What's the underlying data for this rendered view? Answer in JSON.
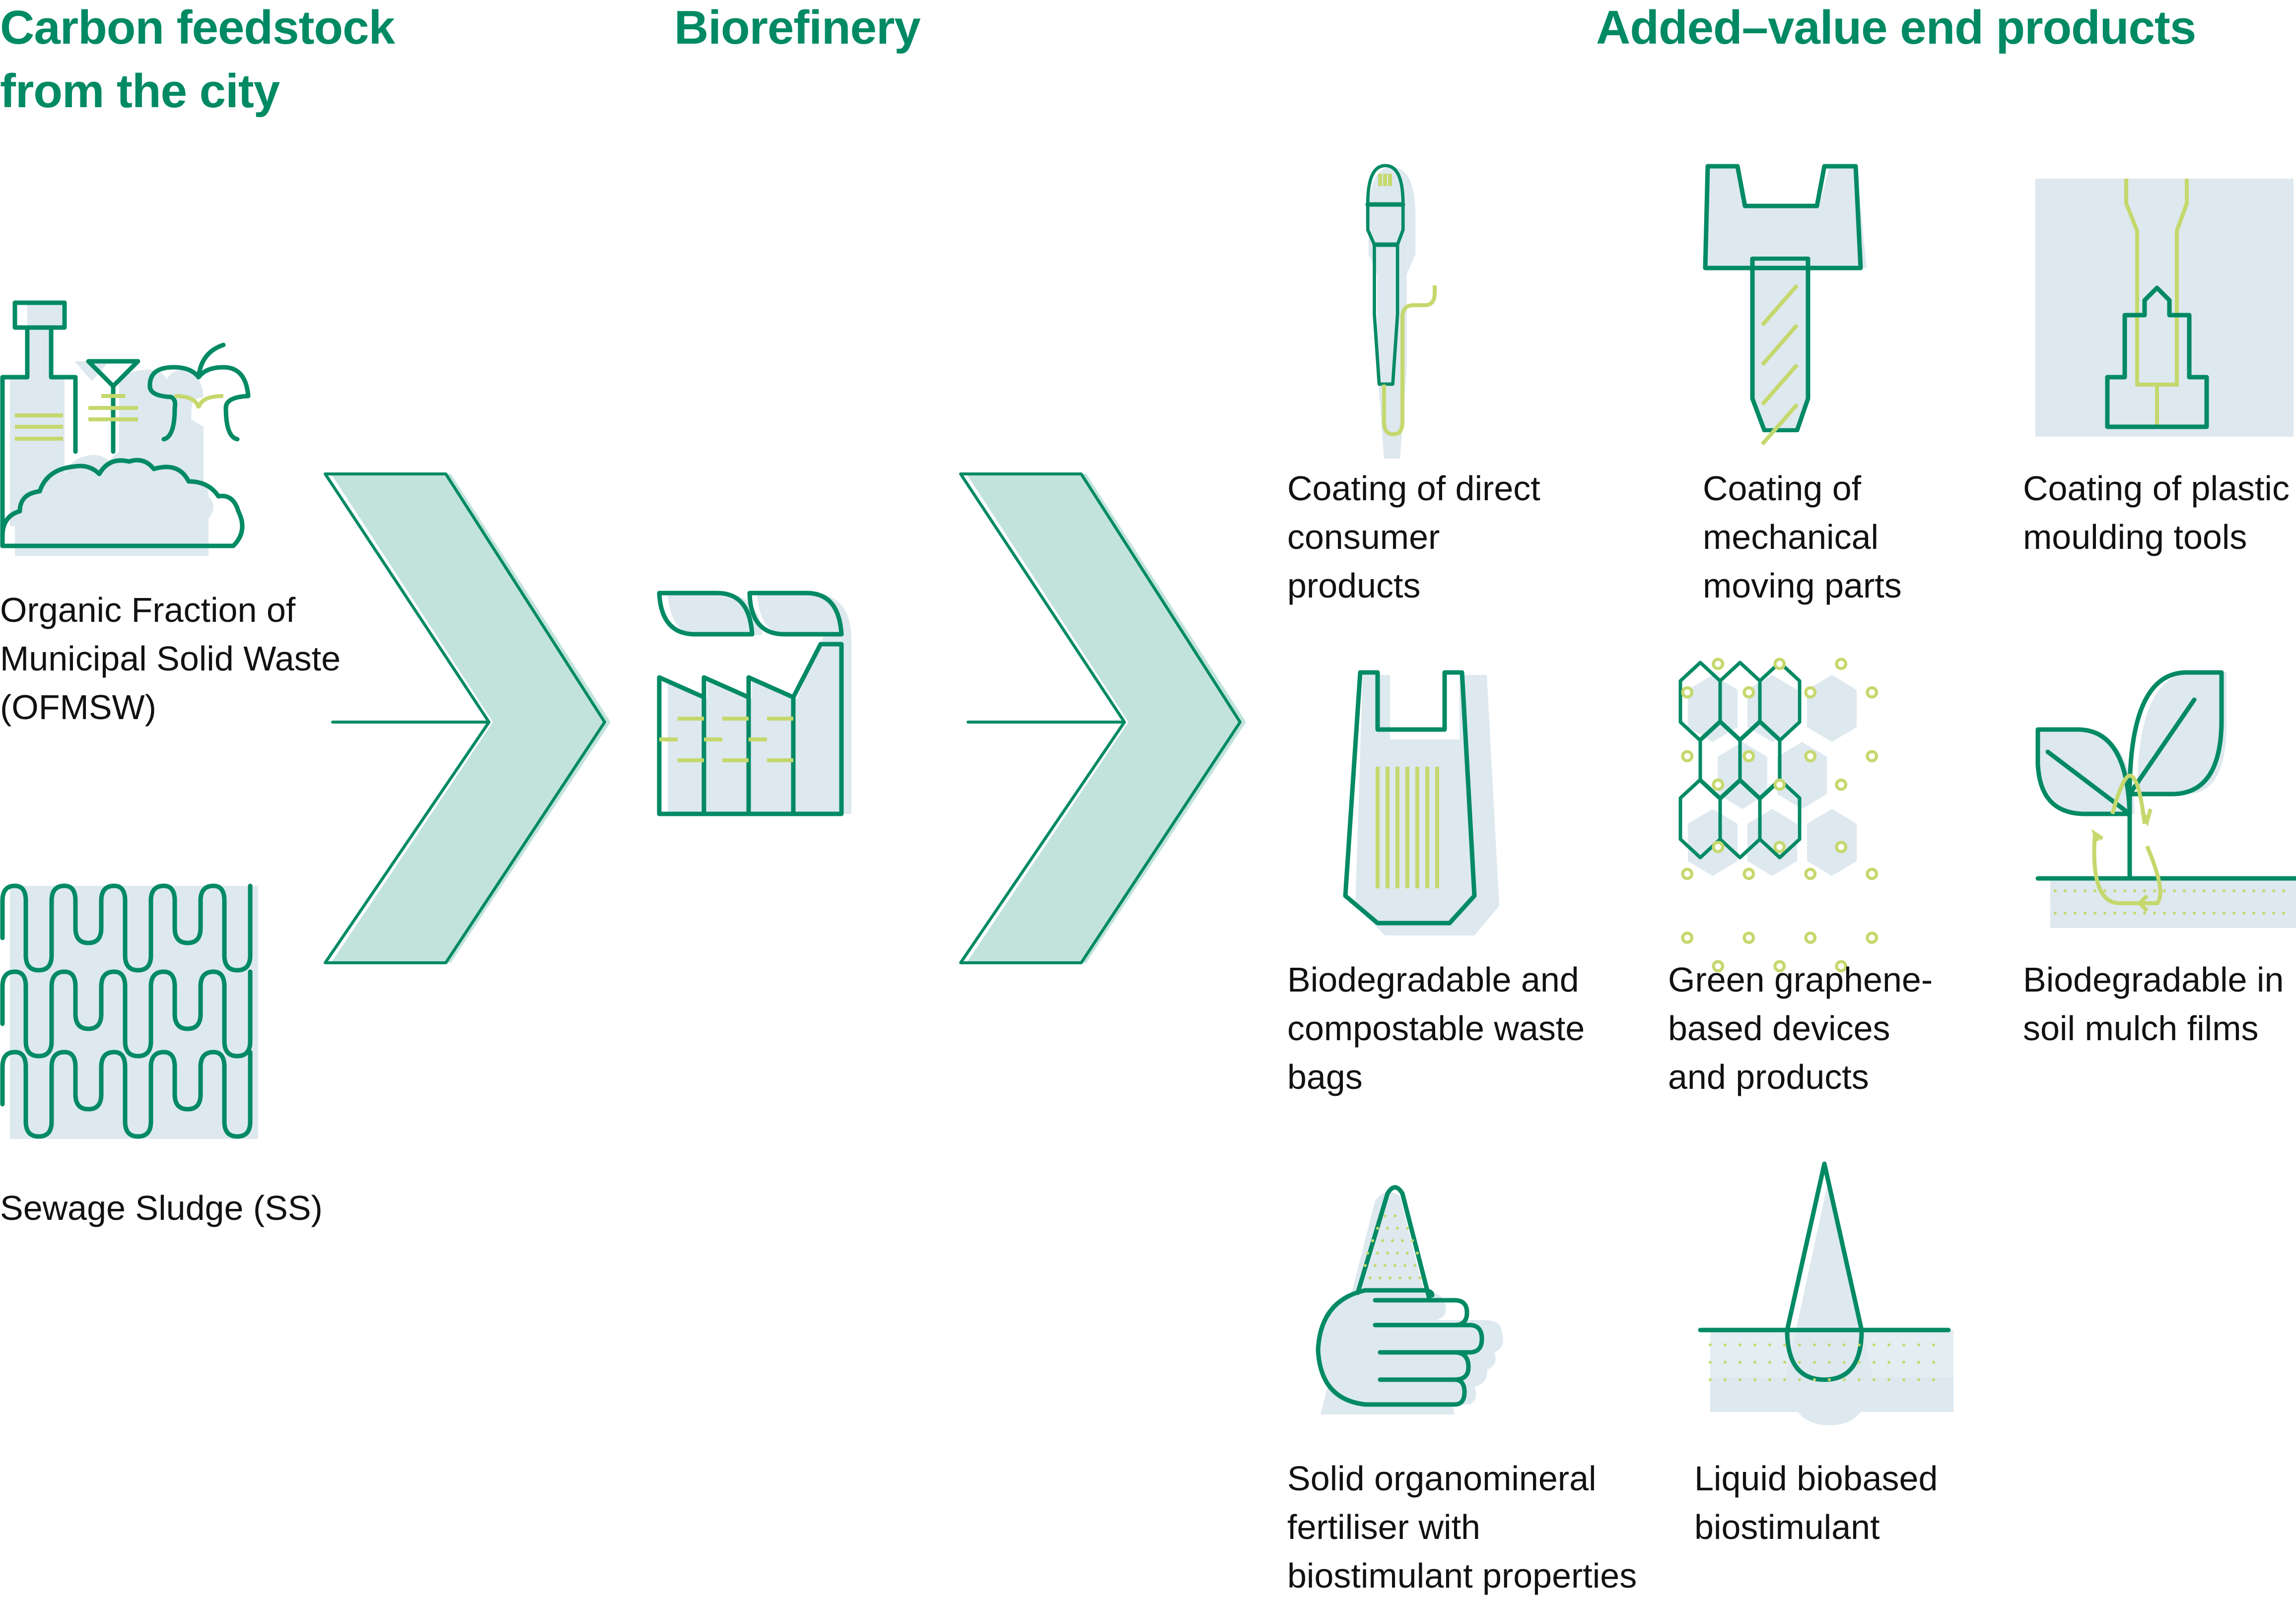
{
  "headings": {
    "feedstock": [
      "Carbon feedstock",
      "from the city"
    ],
    "biorefinery": "Biorefinery",
    "products": "Added–value end products"
  },
  "feedstocks": [
    {
      "icon": "organic-waste-icon",
      "label": [
        "Organic Fraction of",
        "Municipal Solid Waste",
        "(OFMSW)"
      ]
    },
    {
      "icon": "sewage-sludge-icon",
      "label": [
        "Sewage Sludge (SS)"
      ]
    }
  ],
  "process": {
    "icon": "factory-icon"
  },
  "products": [
    {
      "icon": "microphone-icon",
      "label": [
        "Coating of direct",
        "consumer",
        "products"
      ]
    },
    {
      "icon": "screw-icon",
      "label": [
        "Coating of",
        "mechanical",
        "moving parts"
      ]
    },
    {
      "icon": "mould-tool-icon",
      "label": [
        "Coating of plastic",
        "moulding tools"
      ]
    },
    {
      "icon": "waste-bag-icon",
      "label": [
        "Biodegradable and",
        "compostable waste",
        "bags"
      ]
    },
    {
      "icon": "graphene-icon",
      "label": [
        "Green graphene-",
        "based devices",
        "and products"
      ]
    },
    {
      "icon": "plant-mulch-icon",
      "label": [
        "Biodegradable in",
        "soil mulch films"
      ]
    },
    {
      "icon": "hand-fertiliser-icon",
      "label": [
        "Solid organomineral",
        "fertiliser with",
        "biostimulant properties"
      ]
    },
    {
      "icon": "liquid-drop-icon",
      "label": [
        "Liquid biobased",
        "biostimulant"
      ]
    }
  ],
  "colors": {
    "accent": "#008a64",
    "lime": "#c5d86d",
    "pale_blue": "#dde8ef",
    "arrow": "#c2e3db"
  }
}
